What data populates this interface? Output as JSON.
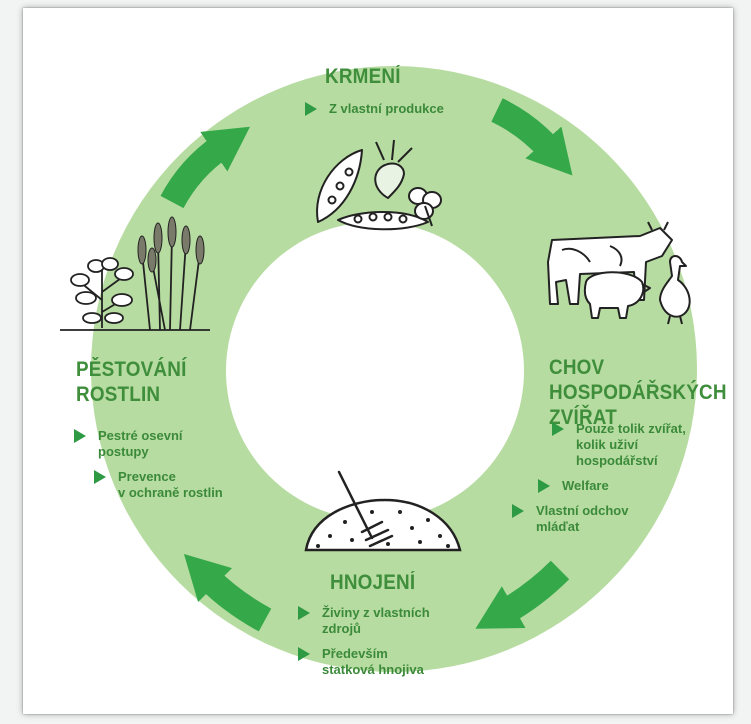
{
  "sections": {
    "feeding": {
      "title": "KRMENÍ",
      "bullets": [
        "Z vlastní produkce"
      ],
      "illustration": "peas-beet-clover-icon"
    },
    "livestock": {
      "title": "CHOV\nHOSPODÁŘSKÝCH\nZVÍŘAT",
      "bullets": [
        "Pouze tolik zvířat,\nkolik uživí\nhospodářství",
        "Welfare",
        "Vlastní odchov\nmláďat"
      ],
      "illustration": "farm-animals-icon"
    },
    "fertilizing": {
      "title": "HNOJENÍ",
      "bullets": [
        "Živiny z vlastních\nzdrojů",
        "Především\nstatková hnojiva"
      ],
      "illustration": "manure-pile-pitchfork-icon"
    },
    "crops": {
      "title": "PĚSTOVÁNÍ\nROSTLIN",
      "bullets": [
        "Pestré osevní\npostupy",
        "Prevence\nv ochraně rostlin"
      ],
      "illustration": "plants-grain-icon"
    }
  },
  "colors": {
    "ring": "#b7dca1",
    "arrow": "#35a84a",
    "title": "#3f8e3c",
    "bullet_marker": "#2f9a44"
  }
}
